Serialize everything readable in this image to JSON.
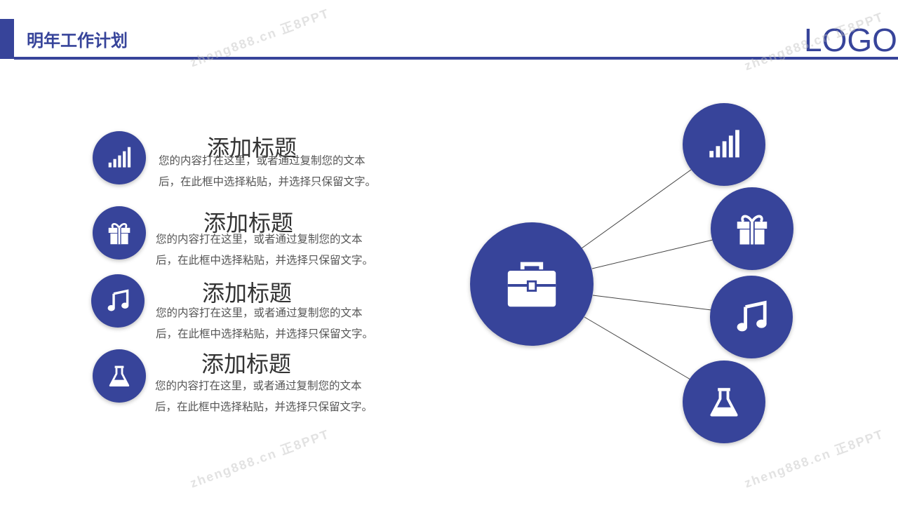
{
  "header": {
    "title": "明年工作计划",
    "logo": "LOGO"
  },
  "accent_color": "#37449a",
  "items": [
    {
      "icon": "signal-bars-icon",
      "title": "添加标题",
      "line1": "您的内容打在这里，或者通过复制您的文本",
      "line2": "后，在此框中选择粘贴，并选择只保留文字。"
    },
    {
      "icon": "gift-icon",
      "title": "添加标题",
      "line1": "您的内容打在这里，或者通过复制您的文本",
      "line2": "后，在此框中选择粘贴，并选择只保留文字。"
    },
    {
      "icon": "music-note-icon",
      "title": "添加标题",
      "line1": "您的内容打在这里，或者通过复制您的文本",
      "line2": "后，在此框中选择粘贴，并选择只保留文字。"
    },
    {
      "icon": "flask-icon",
      "title": "添加标题",
      "line1": "您的内容打在这里，或者通过复制您的文本",
      "line2": "后，在此框中选择粘贴，并选择只保留文字。"
    }
  ],
  "diagram": {
    "center_icon": "briefcase-icon",
    "satellites": [
      "signal-bars-icon",
      "gift-icon",
      "music-note-icon",
      "flask-icon"
    ]
  },
  "watermark": "zheng888.cn 正8PPT"
}
